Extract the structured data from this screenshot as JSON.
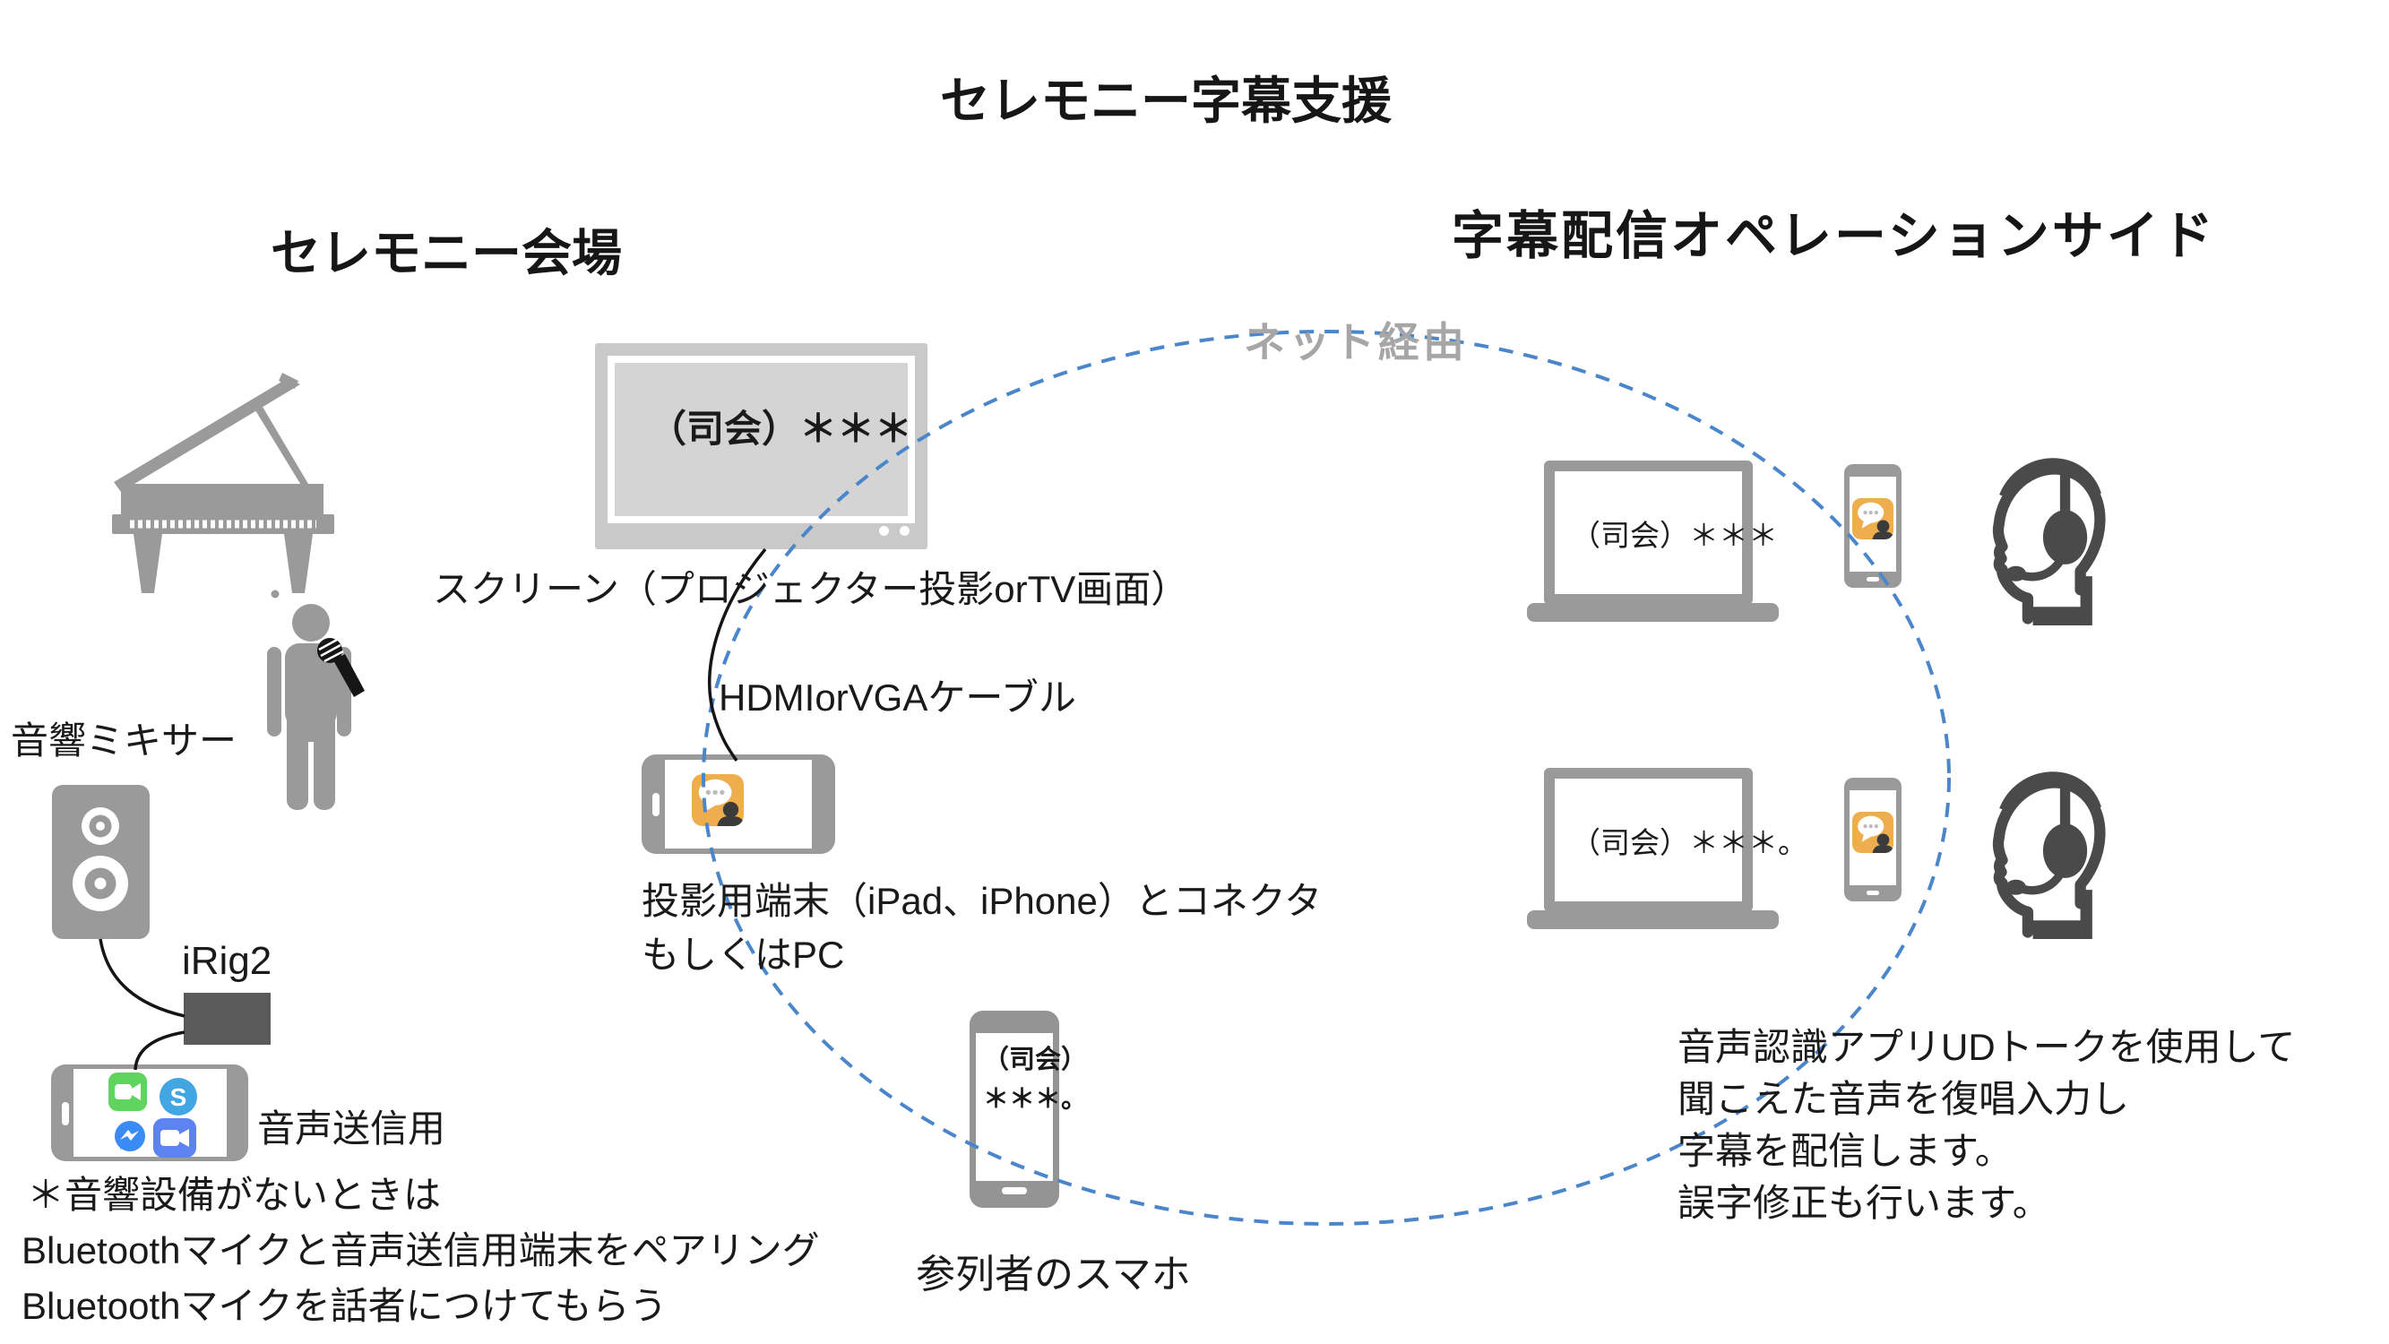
{
  "title": "セレモニー字幕支援",
  "venue": {
    "heading": "セレモニー会場",
    "screen": {
      "caption": "（司会）＊＊＊",
      "label": "スクリーン（プロジェクター投影orTV画面）"
    },
    "cable_label": "HDMIorVGAケーブル",
    "projection_device": {
      "label_line1": "投影用端末（iPad、iPhone）とコネクタ",
      "label_line2": "もしくはPC"
    },
    "mixer_label": "音響ミキサー",
    "irig_label": "iRig2",
    "audio_sender_label": "音声送信用",
    "notes": [
      "＊音響設備がないときは",
      "Bluetoothマイクと音声送信用端末をペアリング",
      "Bluetoothマイクを話者につけてもらう"
    ],
    "attendee_phone": {
      "caption_line1": "（司会）",
      "caption_line2": "＊＊＊。",
      "label": "参列者のスマホ"
    }
  },
  "network_label": "ネット経由",
  "ops": {
    "heading": "字幕配信オペレーションサイド",
    "rows": [
      {
        "laptop_caption": "（司会）＊＊＊"
      },
      {
        "laptop_caption": "（司会）＊＊＊。"
      }
    ],
    "description": [
      "音声認識アプリUDトークを使用して",
      "聞こえた音声を復唱入力し",
      "字幕を配信します。",
      "誤字修正も行います。"
    ]
  },
  "icons": {
    "venue": [
      "grand-piano-icon",
      "speaker-person-icon",
      "microphone-icon",
      "mixer-speaker-icon",
      "irig2-adapter",
      "audio-sender-phone-icon",
      "tv-screen-icon",
      "projection-phone-icon",
      "attendee-phone-icon"
    ],
    "apps": [
      "facetime-icon",
      "skype-icon",
      "messenger-icon",
      "zoom-icon",
      "udtalk-icon"
    ],
    "ops": [
      "laptop-icon",
      "udtalk-phone-icon",
      "headset-operator-icon"
    ],
    "network": "dashed-ellipse"
  },
  "colors": {
    "text": "#1a1a1a",
    "icon_gray": "#9a9a9a",
    "tv_frame": "#c9c9c9",
    "tv_screen": "#d4d4d4",
    "irig_dark": "#5a5a5a",
    "headset_dark": "#4a4a4a",
    "net_dash_blue": "#4a86c9",
    "net_label_gray": "#a6a6a6",
    "udtalk_orange": "#efae4e",
    "facetime_green": "#5fd45f",
    "skype_blue": "#42a6e3",
    "messenger_blue": "#3b8bf7",
    "zoom_blue": "#5d82f2"
  }
}
